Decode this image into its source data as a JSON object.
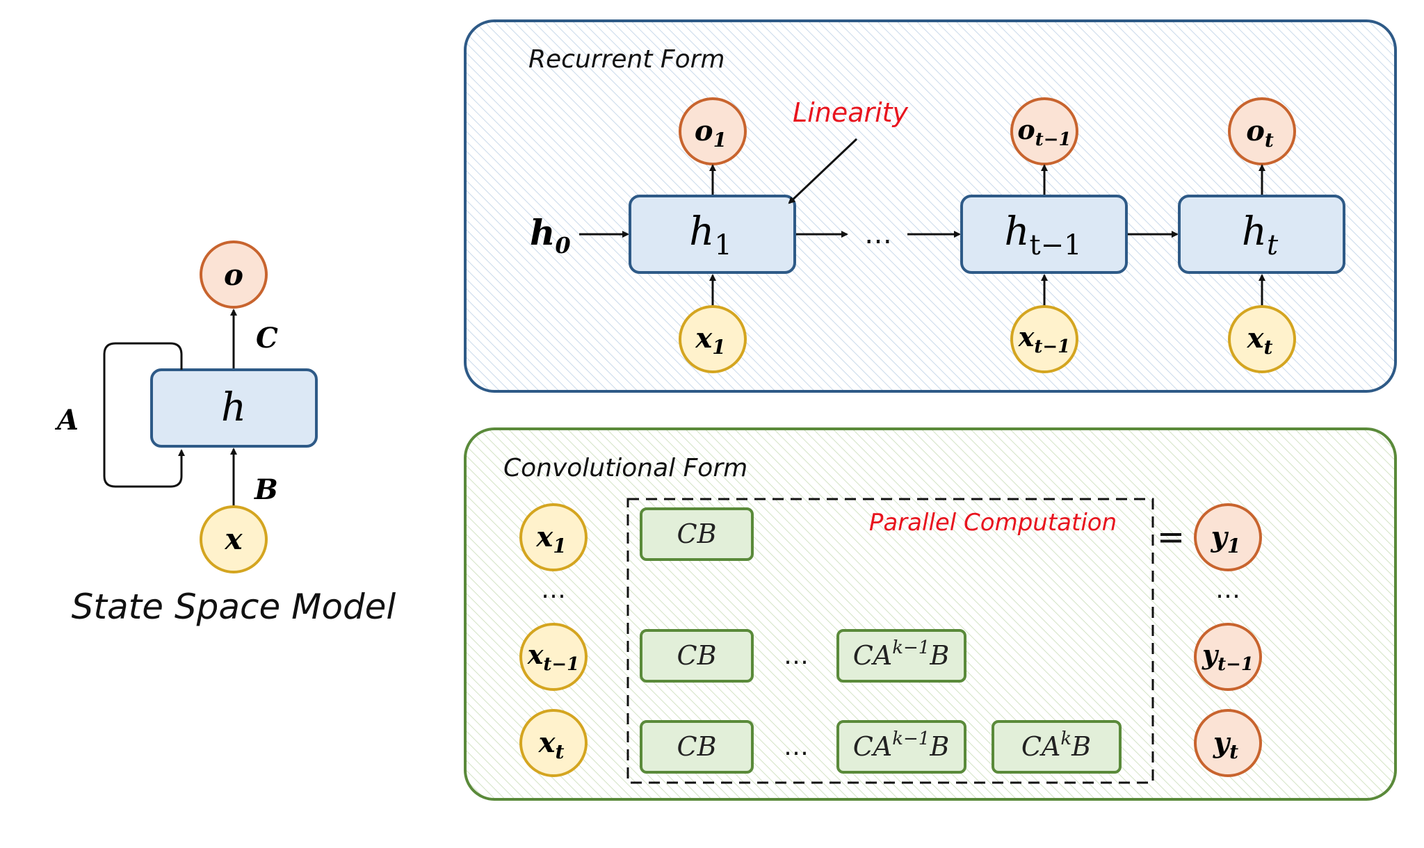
{
  "ssm": {
    "title": "State Space Model",
    "state": "h",
    "output": "o",
    "input": "x",
    "A": "A",
    "B": "B",
    "C": "C"
  },
  "recurrent": {
    "title": "Recurrent Form",
    "annotation": "Linearity",
    "h0": "h",
    "h0_sub": "0",
    "ellipsis": "…",
    "states": [
      {
        "base": "h",
        "sub": "1"
      },
      {
        "base": "h",
        "sub": "t−1"
      },
      {
        "base": "h",
        "sub": "t"
      }
    ],
    "outputs": [
      {
        "base": "o",
        "sub": "1"
      },
      {
        "base": "o",
        "sub": "t−1"
      },
      {
        "base": "o",
        "sub": "t"
      }
    ],
    "inputs": [
      {
        "base": "x",
        "sub": "1"
      },
      {
        "base": "x",
        "sub": "t−1"
      },
      {
        "base": "x",
        "sub": "t"
      }
    ]
  },
  "convolutional": {
    "title": "Convolutional Form",
    "annotation": "Parallel Computation",
    "equals": "=",
    "ellipsis": "…",
    "inputs": [
      {
        "base": "x",
        "sub": "1"
      },
      {
        "base": "x",
        "sub": "t−1"
      },
      {
        "base": "x",
        "sub": "t"
      }
    ],
    "outputs": [
      {
        "base": "y",
        "sub": "1"
      },
      {
        "base": "y",
        "sub": "t−1"
      },
      {
        "base": "y",
        "sub": "t"
      }
    ],
    "kernel": {
      "cb": "CB",
      "ca": "CA",
      "b": "B",
      "exp_km1": "k−1",
      "exp_k": "k"
    }
  },
  "colors": {
    "blue_border": "#2E5A87",
    "blue_fill": "#DCE8F5",
    "green_border": "#5A8A3A",
    "green_fill": "#E2EFD9",
    "orange_border": "#C8642E",
    "orange_fill": "#FBE3D5",
    "yellow_border": "#D4A520",
    "yellow_fill": "#FFF2CC",
    "red_text": "#E8141E"
  }
}
